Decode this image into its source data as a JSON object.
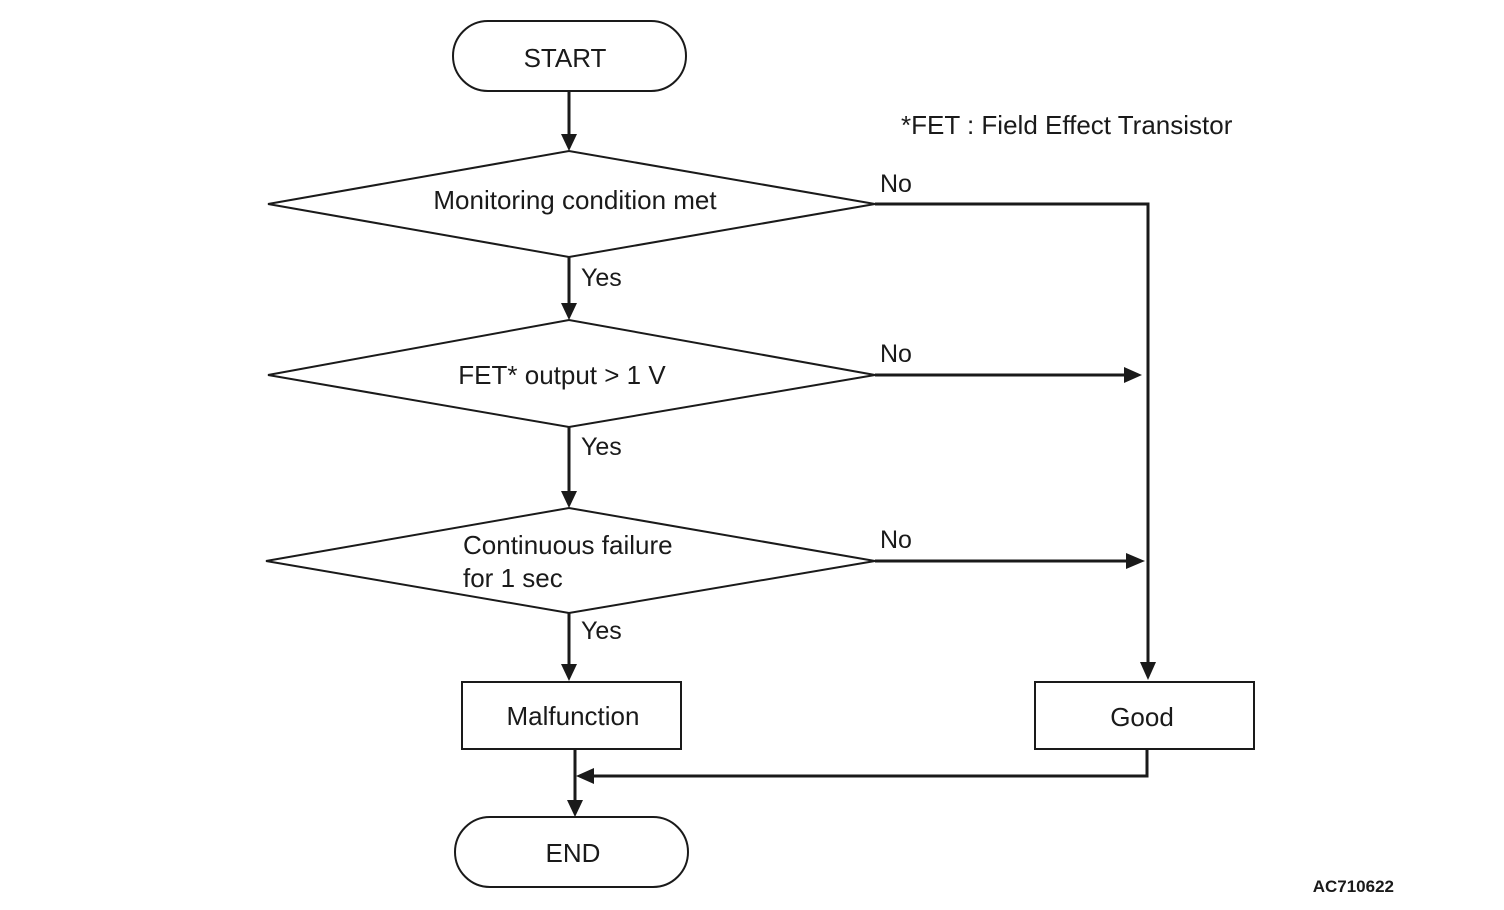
{
  "footnote": "*FET : Field Effect Transistor",
  "figure_code": "AC710622",
  "nodes": {
    "start": "START",
    "decision_1": "Monitoring condition met",
    "decision_2": "FET* output > 1 V",
    "decision_3_line1": "Continuous failure",
    "decision_3_line2": "for 1 sec",
    "malfunction": "Malfunction",
    "good": "Good",
    "end": "END"
  },
  "edges": {
    "d1_yes": "Yes",
    "d1_no": "No",
    "d2_yes": "Yes",
    "d2_no": "No",
    "d3_yes": "Yes",
    "d3_no": "No"
  }
}
